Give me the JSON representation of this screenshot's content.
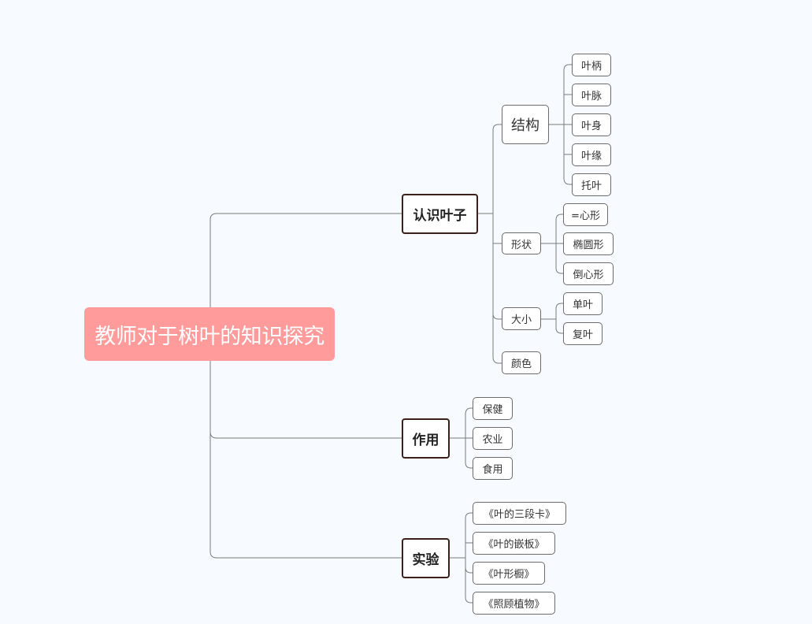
{
  "mindmap": {
    "root": "教师对于树叶的知识探究",
    "branches": [
      {
        "label": "认识叶子",
        "children": [
          {
            "label": "结构",
            "children": [
              "叶柄",
              "叶脉",
              "叶身",
              "叶缘",
              "托叶"
            ]
          },
          {
            "label": "形状",
            "children": [
              "=心形",
              "椭圆形",
              "倒心形"
            ]
          },
          {
            "label": "大小",
            "children": [
              "单叶",
              "复叶"
            ]
          },
          {
            "label": "颜色",
            "children": []
          }
        ]
      },
      {
        "label": "作用",
        "children": [
          "保健",
          "农业",
          "食用"
        ]
      },
      {
        "label": "实验",
        "children": [
          "《叶的三段卡》",
          "《叶的嵌板》",
          "《叶形橱》",
          "《照顾植物》"
        ]
      }
    ]
  },
  "colors": {
    "root_fill": "#ff9b9b",
    "main_border": "#3a2018",
    "line": "#7a7a7a",
    "background": "#f7fbff"
  }
}
